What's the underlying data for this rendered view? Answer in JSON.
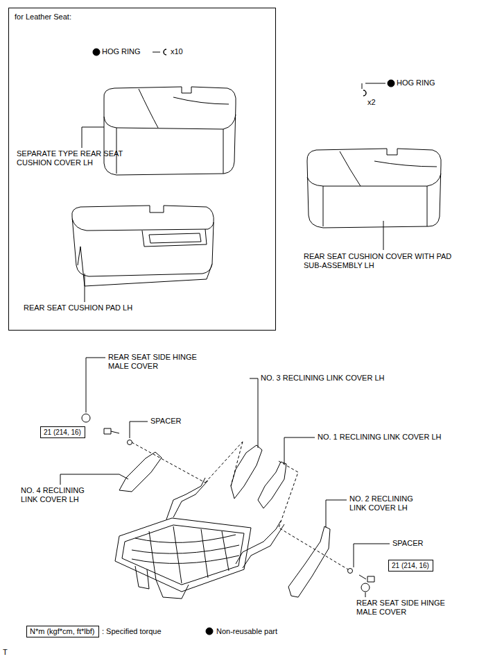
{
  "diagram": {
    "nodes": [
      {
        "text": [
          "for Leather Seat:"
        ]
      },
      {
        "text": [
          "21 (214, 16)"
        ]
      },
      {
        "text": [
          "21 (214, 16)"
        ]
      },
      {
        "text": [
          "N*m (kgf*cm, ft*lbf)"
        ]
      }
    ],
    "edges": [],
    "labels": [
      "HOG RING",
      "x10",
      "SEPARATE TYPE REAR SEAT CUSHION COVER LH",
      "REAR SEAT CUSHION PAD LH",
      "HOG RING",
      "x2",
      "REAR SEAT CUSHION COVER WITH PAD SUB-ASSEMBLY LH",
      "REAR SEAT SIDE HINGE MALE COVER",
      "NO. 3 RECLINING LINK COVER LH",
      "SPACER",
      "NO. 1 RECLINING LINK COVER LH",
      "NO. 4 RECLINING LINK COVER LH",
      "NO. 2 RECLINING LINK COVER LH",
      "SPACER",
      "REAR SEAT SIDE HINGE MALE COVER",
      "T"
    ],
    "legend": [
      {
        "text": ": Specified torque"
      },
      {
        "text": "Non-reusable part"
      }
    ]
  }
}
